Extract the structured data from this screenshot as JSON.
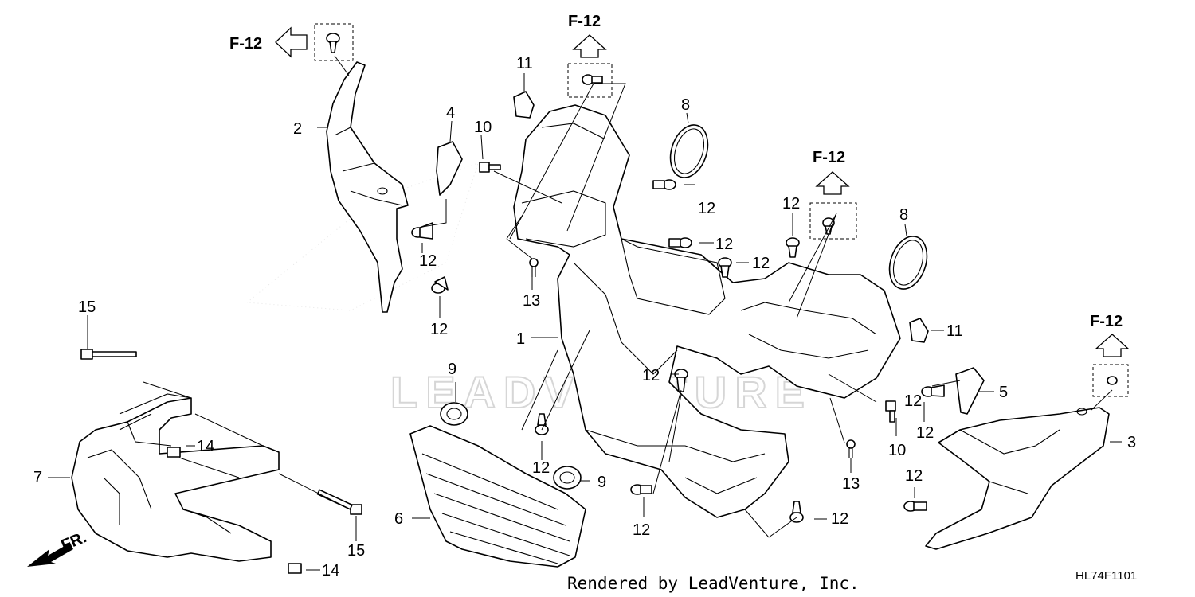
{
  "watermark": "LEADVENTURE",
  "footer": {
    "rendered_by": "Rendered by LeadVenture, Inc.",
    "diagram_code": "HL74F1101"
  },
  "direction_label": "FR.",
  "references": [
    {
      "id": "ref-a",
      "text": "F-12"
    },
    {
      "id": "ref-b",
      "text": "F-12"
    },
    {
      "id": "ref-c",
      "text": "F-12"
    },
    {
      "id": "ref-d",
      "text": "F-12"
    }
  ],
  "callouts": [
    {
      "id": "c1",
      "text": "1"
    },
    {
      "id": "c2",
      "text": "2"
    },
    {
      "id": "c3",
      "text": "3"
    },
    {
      "id": "c4",
      "text": "4"
    },
    {
      "id": "c5",
      "text": "5"
    },
    {
      "id": "c6",
      "text": "6"
    },
    {
      "id": "c7",
      "text": "7"
    },
    {
      "id": "c8a",
      "text": "8"
    },
    {
      "id": "c8b",
      "text": "8"
    },
    {
      "id": "c9a",
      "text": "9"
    },
    {
      "id": "c9b",
      "text": "9"
    },
    {
      "id": "c10a",
      "text": "10"
    },
    {
      "id": "c10b",
      "text": "10"
    },
    {
      "id": "c11a",
      "text": "11"
    },
    {
      "id": "c11b",
      "text": "11"
    },
    {
      "id": "c12a",
      "text": "12"
    },
    {
      "id": "c12b",
      "text": "12"
    },
    {
      "id": "c12c",
      "text": "12"
    },
    {
      "id": "c12d",
      "text": "12"
    },
    {
      "id": "c12e",
      "text": "12"
    },
    {
      "id": "c12f",
      "text": "12"
    },
    {
      "id": "c12g",
      "text": "12"
    },
    {
      "id": "c12h",
      "text": "12"
    },
    {
      "id": "c12i",
      "text": "12"
    },
    {
      "id": "c12j",
      "text": "12"
    },
    {
      "id": "c12k",
      "text": "12"
    },
    {
      "id": "c12l",
      "text": "12"
    },
    {
      "id": "c12m",
      "text": "12"
    },
    {
      "id": "c13a",
      "text": "13"
    },
    {
      "id": "c13b",
      "text": "13"
    },
    {
      "id": "c14a",
      "text": "14"
    },
    {
      "id": "c14b",
      "text": "14"
    },
    {
      "id": "c15a",
      "text": "15"
    },
    {
      "id": "c15b",
      "text": "15"
    }
  ]
}
